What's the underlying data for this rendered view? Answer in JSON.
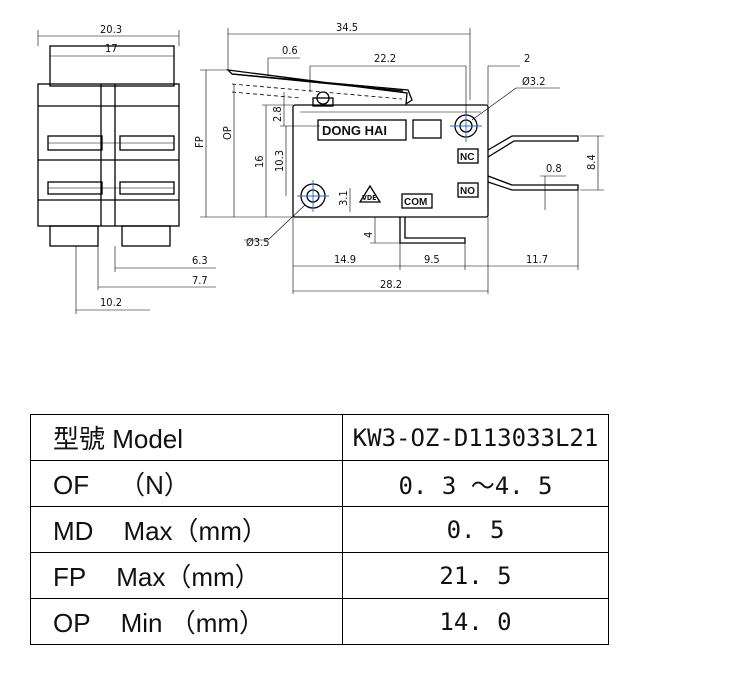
{
  "drawing": {
    "dims": {
      "width_20_3": "20.3",
      "width_17": "17",
      "len_34_5": "34.5",
      "lever_0_6": "0.6",
      "len_22_2": "22.2",
      "term_2": "2",
      "hole_3_2": "Ø3.2",
      "fp": "FP",
      "op": "OP",
      "h_2_8": "2.8",
      "h_16": "16",
      "h_10_3": "10.3",
      "h_3_1": "3.1",
      "t_0_8": "0.8",
      "t_8_4": "8.4",
      "hole_3_5": "Ø3.5",
      "h_4": "4",
      "d_6_3": "6.3",
      "d_7_7": "7.7",
      "d_10_2": "10.2",
      "d_14_9": "14.9",
      "d_9_5": "9.5",
      "d_11_7": "11.7",
      "d_28_2": "28.2"
    },
    "labels": {
      "brand": "DONG HAI",
      "nc": "NC",
      "no": "NO",
      "com": "COM",
      "vde": "VDE"
    }
  },
  "table": {
    "rows": [
      {
        "key": "型號  Model",
        "value": "KW3-OZ-D113033L21"
      },
      {
        "key_a": "OF",
        "key_b": "（N）",
        "value": "0. 3 ～4. 5"
      },
      {
        "key_a": "MD",
        "key_b": "Max（mm）",
        "value": "0. 5"
      },
      {
        "key_a": "FP",
        "key_b": "Max（mm）",
        "value": "21. 5"
      },
      {
        "key_a": "OP",
        "key_b": "Min （mm）",
        "value": "14. 0"
      }
    ]
  }
}
